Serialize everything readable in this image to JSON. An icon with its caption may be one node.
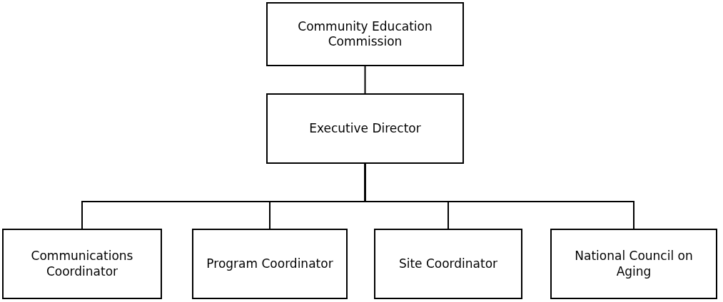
{
  "diagram": {
    "nodes": [
      {
        "text": [
          "Community Education Commission"
        ]
      },
      {
        "text": [
          "Executive Director"
        ]
      },
      {
        "text": [
          "Communications Coordinator"
        ]
      },
      {
        "text": [
          "Program Coordinator"
        ]
      },
      {
        "text": [
          "Site Coordinator"
        ]
      },
      {
        "text": [
          "National Council on Aging"
        ]
      }
    ],
    "edges": [
      {
        "from": 0,
        "to": 1,
        "arrow": "none"
      },
      {
        "from": 1,
        "to": 2,
        "arrow": "none"
      },
      {
        "from": 1,
        "to": 3,
        "arrow": "none"
      },
      {
        "from": 1,
        "to": 4,
        "arrow": "none"
      },
      {
        "from": 1,
        "to": 5,
        "arrow": "none"
      }
    ]
  }
}
